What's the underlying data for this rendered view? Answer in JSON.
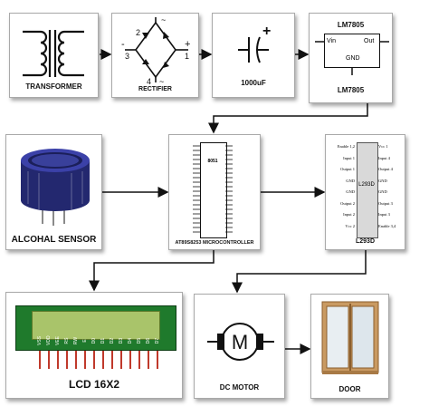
{
  "blocks": {
    "transformer": {
      "label": "TRANSFORMER"
    },
    "rectifier": {
      "label": "RECTIFIER",
      "pins": {
        "p1": "1",
        "p2": "2",
        "p3": "3",
        "p4": "4",
        "plus": "+",
        "minus": "-",
        "tilde_top": "~",
        "tilde_bottom": "~"
      }
    },
    "capacitor": {
      "label": "1000uF",
      "plus": "+"
    },
    "regulator": {
      "label": "LM7805",
      "chip_title": "LM7805",
      "vin": "Vin",
      "out": "Out",
      "gnd": "GND"
    },
    "sensor": {
      "label": "ALCOHAL SENSOR"
    },
    "mcu": {
      "label": "AT89S8253 MICROCONTROLLER",
      "chip_title": "8051"
    },
    "driver": {
      "label": "L293D",
      "chip_title": "L293D",
      "left_pins": [
        "Enable 1,2",
        "Input 1",
        "Output 1",
        "GND",
        "GND",
        "Output 2",
        "Input 2",
        "Vcc 2"
      ],
      "right_pins": [
        "Vcc 1",
        "Input 4",
        "Output 4",
        "GND",
        "GND",
        "Output 3",
        "Input 3",
        "Enable 3,4"
      ]
    },
    "lcd": {
      "label": "LCD 16X2",
      "pins": [
        "VSS",
        "VDD",
        "VEE",
        "RS",
        "RW",
        "E",
        "D0",
        "D1",
        "D2",
        "D3",
        "D4",
        "D5",
        "D6",
        "D7"
      ]
    },
    "motor": {
      "label": "DC MOTOR",
      "symbol": "M"
    },
    "door": {
      "label": "DOOR"
    }
  },
  "colors": {
    "arrow": "#111111",
    "lcd_screen": "#a9c46a",
    "lcd_body": "#1f7a2c",
    "sensor": "#2b2f8f",
    "door_frame": "#b98a55"
  }
}
